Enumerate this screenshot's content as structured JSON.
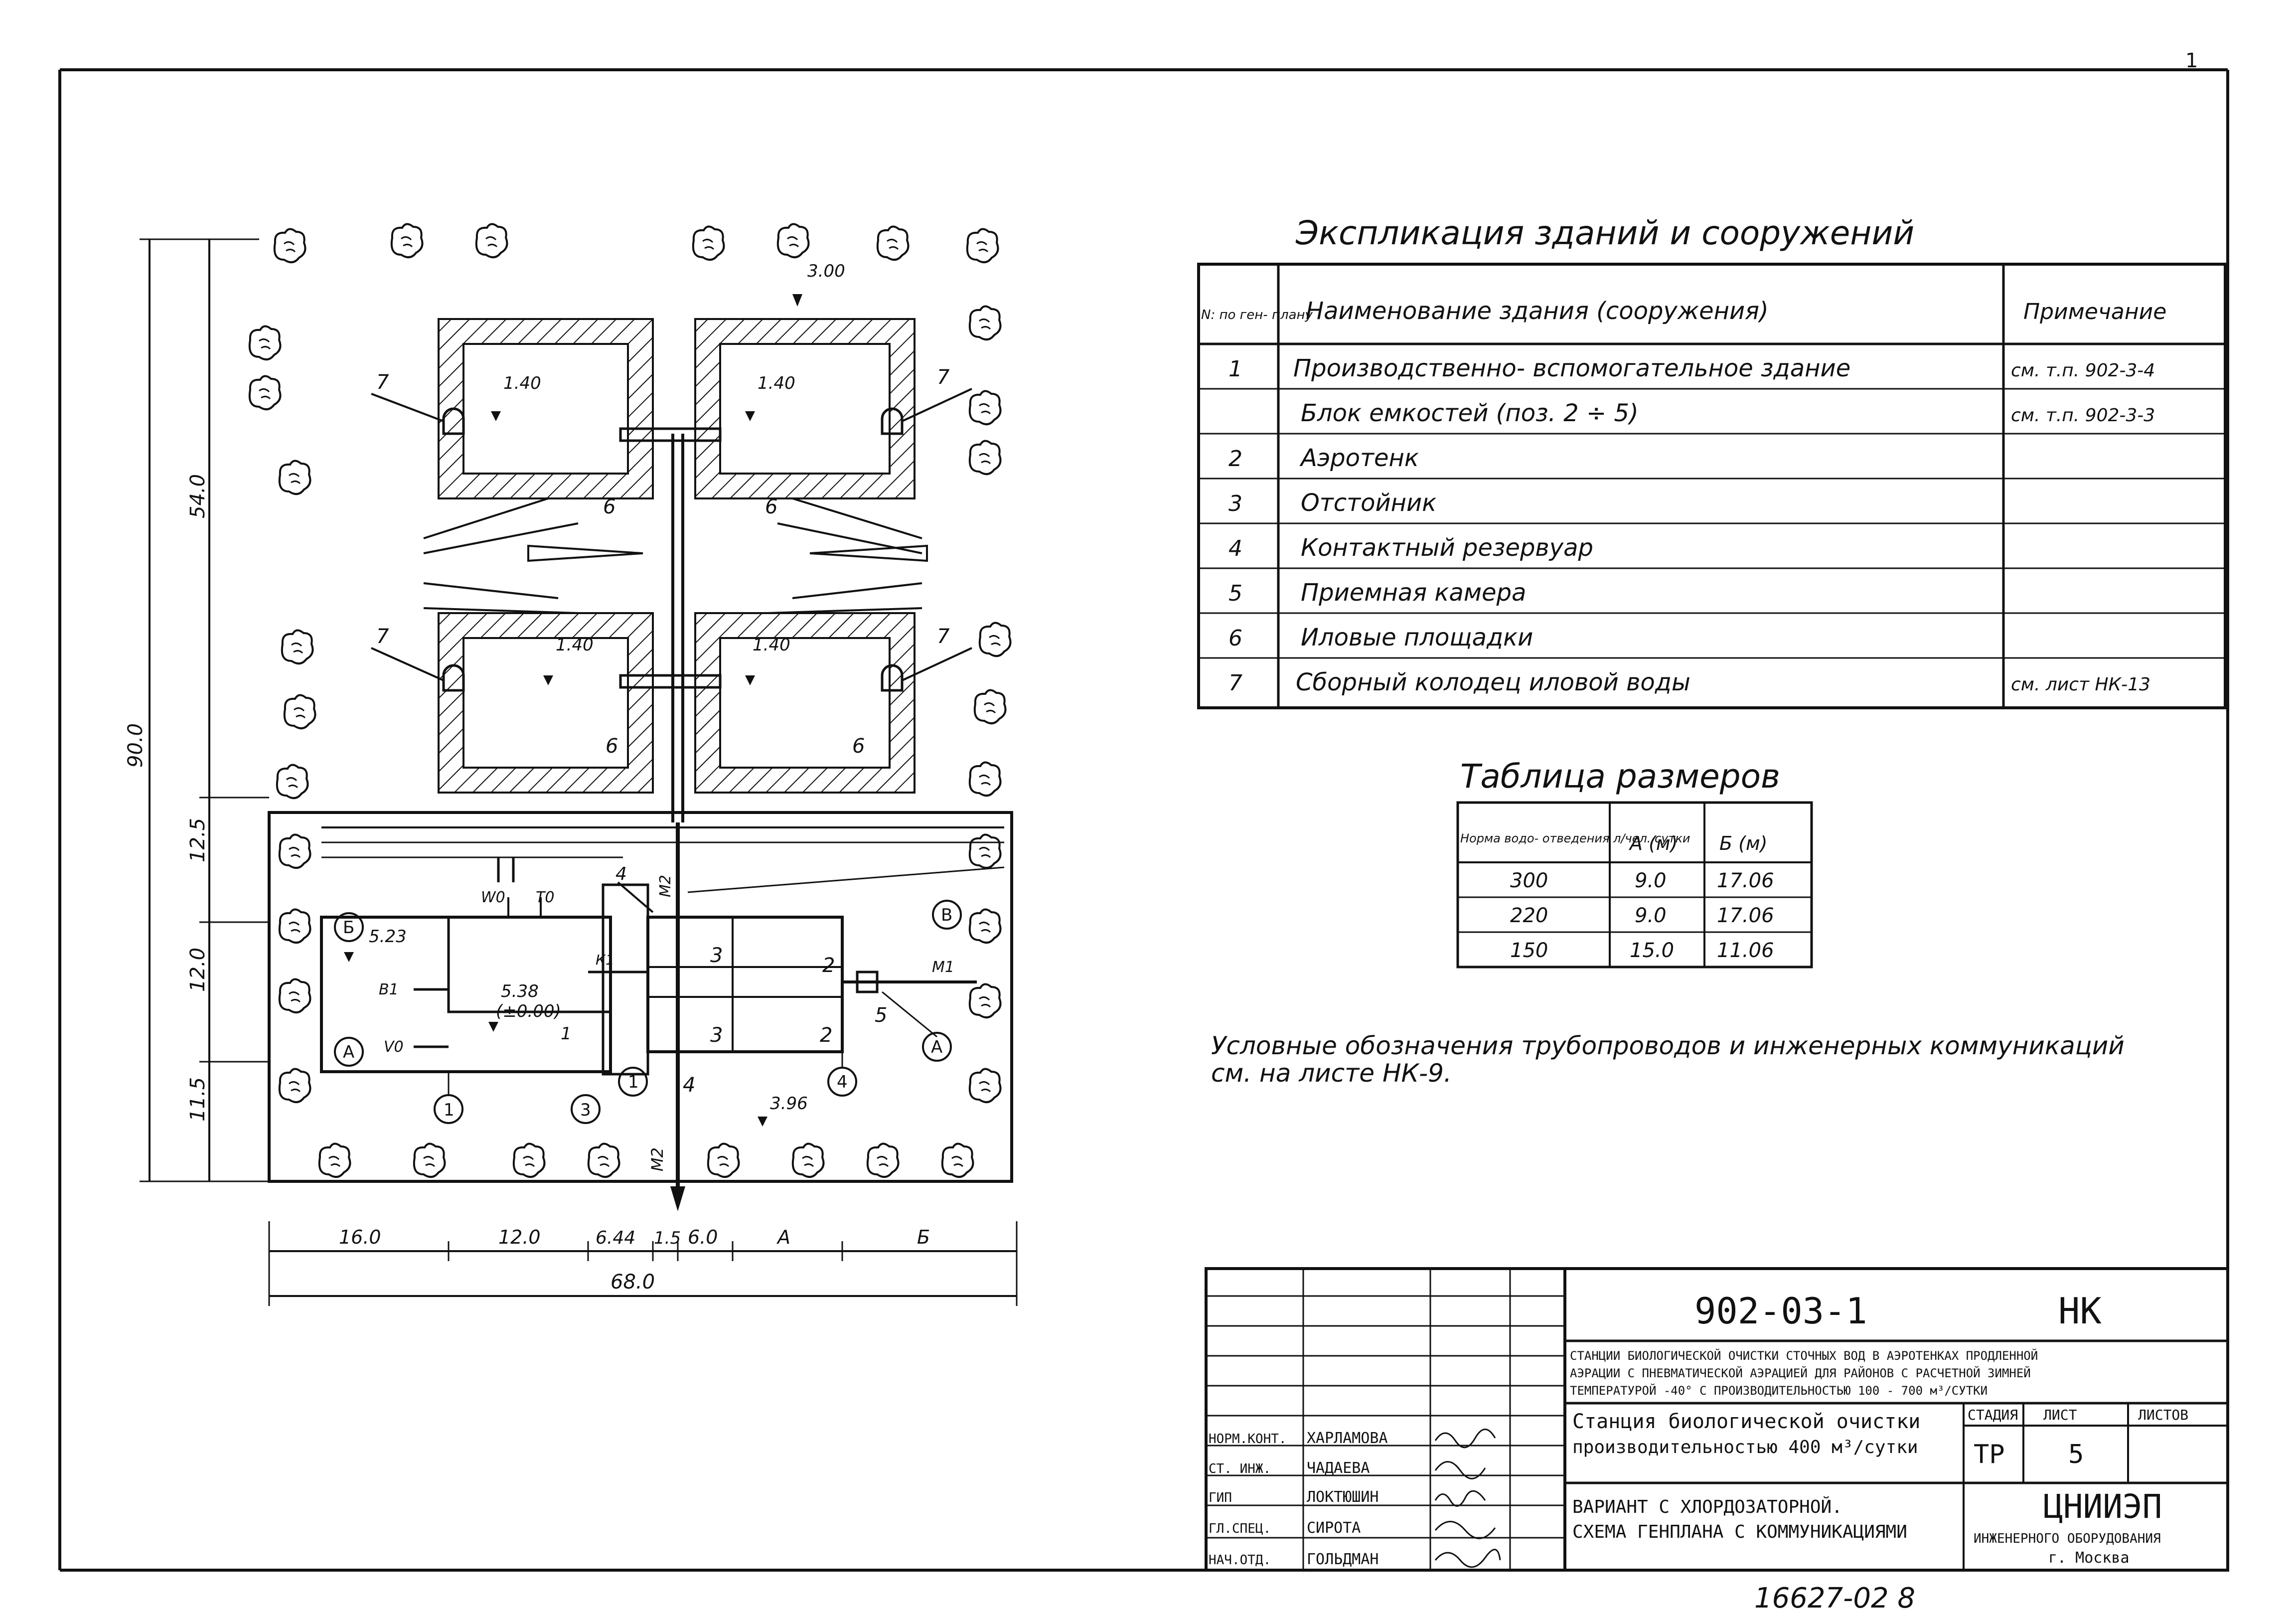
{
  "page_number_top": "1",
  "plan": {
    "dims_vertical": [
      "54.0",
      "90.0",
      "12.5",
      "12.0",
      "11.5"
    ],
    "dims_horizontal": [
      "16.0",
      "12.0",
      "6.44",
      "1.5",
      "6.0",
      "А",
      "Б"
    ],
    "dim_total": "68.0",
    "elevations": [
      "3.00",
      "1.40",
      "1.40",
      "1.40",
      "1.40",
      "5.23",
      "5.38",
      "(±0.00)",
      "3.96"
    ],
    "labels": {
      "six": "6",
      "seven": "7",
      "three": "3",
      "two": "2",
      "one": "1",
      "four": "4",
      "five": "5",
      "w0": "W0",
      "t0": "T0",
      "b1": "В1",
      "v0": "V0",
      "k1": "К1",
      "m1": "М1",
      "m2": "М2",
      "axis_b": "Б",
      "axis_a": "А",
      "axis_v": "В",
      "c1": "1",
      "c3": "3",
      "c4": "4"
    }
  },
  "explication": {
    "title": "Экспликация зданий и сооружений",
    "headers": [
      "N: по ген- плану",
      "Наименование здания (сооружения)",
      "Примечание"
    ],
    "rows": [
      {
        "n": "1",
        "name": "Производственно- вспомогательное здание",
        "note": "см. т.п. 902-3-4"
      },
      {
        "n": "",
        "name": "Блок емкостей (поз. 2 ÷ 5)",
        "note": "см. т.п. 902-3-3"
      },
      {
        "n": "2",
        "name": "Аэротенк",
        "note": ""
      },
      {
        "n": "3",
        "name": "Отстойник",
        "note": ""
      },
      {
        "n": "4",
        "name": "Контактный резервуар",
        "note": ""
      },
      {
        "n": "5",
        "name": "Приемная камера",
        "note": ""
      },
      {
        "n": "6",
        "name": "Иловые площадки",
        "note": ""
      },
      {
        "n": "7",
        "name": "Сборный колодец иловой воды",
        "note": "см. лист НК-13"
      }
    ]
  },
  "sizes": {
    "title": "Таблица размеров",
    "headers": [
      "Норма водо- отведения л/чел. сутки",
      "А (м)",
      "Б (м)"
    ],
    "rows": [
      [
        "300",
        "9.0",
        "17.06"
      ],
      [
        "220",
        "9.0",
        "17.06"
      ],
      [
        "150",
        "15.0",
        "11.06"
      ]
    ]
  },
  "note": {
    "line1": "Условные обозначения трубопроводов и инженерных коммуникаций",
    "line2": "см. на листе НК-9."
  },
  "stamp": {
    "code": "902-03-1",
    "mark": "НК",
    "desc1": "СТАНЦИИ БИОЛОГИЧЕСКОЙ ОЧИСТКИ СТОЧНЫХ ВОД В АЭРОТЕНКАХ ПРОДЛЕННОЙ",
    "desc2": "АЭРАЦИИ С ПНЕВМАТИЧЕСКОЙ АЭРАЦИЕЙ ДЛЯ РАЙОНОВ С РАСЧЕТНОЙ ЗИМНЕЙ",
    "desc3": "ТЕМПЕРАТУРОЙ -40° С ПРОИЗВОДИТЕЛЬНОСТЬЮ 100 - 700 м³/СУТКИ",
    "station1": "Станция биологической очистки",
    "station2": "производительностью 400 м³/сутки",
    "stage_h": "СТАДИЯ",
    "sheet_h": "ЛИСТ",
    "sheets_h": "ЛИСТОВ",
    "stage": "ТР",
    "sheet": "5",
    "variant1": "ВАРИАНТ С ХЛОРДОЗАТОРНОЙ.",
    "variant2": "СХЕМА ГЕНПЛАНА С КОММУНИКАЦИЯМИ",
    "org": "ЦНИИЭП",
    "org_sub": "ИНЖЕНЕРНОГО ОБОРУДОВАНИЯ",
    "city": "г. Москва",
    "signers": [
      {
        "role": "НОРМ.КОНТ.",
        "name": "ХАРЛАМОВА"
      },
      {
        "role": "СТ. ИНЖ.",
        "name": "ЧАДАЕВА"
      },
      {
        "role": "ГИП",
        "name": "ЛОКТЮШИН"
      },
      {
        "role": "ГЛ.СПЕЦ.",
        "name": "СИРОТА"
      },
      {
        "role": "НАЧ.ОТД.",
        "name": "ГОЛЬДМАН"
      }
    ]
  },
  "inventory": "16627-02 8"
}
